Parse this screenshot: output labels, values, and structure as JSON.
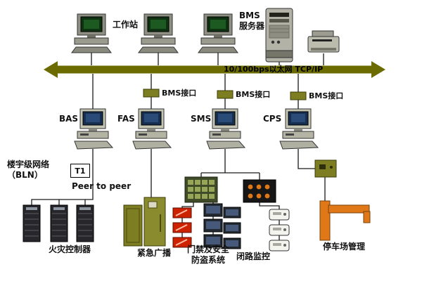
{
  "colors": {
    "backbone_olive": "#6b6b00",
    "cabinet_olive": "#7d7d21",
    "cabinet_olive_light": "#8a8a2e",
    "device_red": "#cc2200",
    "barrier_orange": "#e07818"
  },
  "top_row": {
    "workstation_label": "工作站",
    "server_label_line1": "BMS",
    "server_label_line2": "服务器"
  },
  "backbone": {
    "label": "10/100bps以太网  TCP/IP"
  },
  "interfaces": {
    "fas": "BMS接口",
    "sms": "BMS接口",
    "cps": "BMS接口"
  },
  "systems": {
    "bas": "BAS",
    "fas": "FAS",
    "sms": "SMS",
    "cps": "CPS"
  },
  "bln": {
    "line1": "楼宇级网络",
    "line2": "（BLN）",
    "t1": "T1",
    "peer": "Peer to peer"
  },
  "subsystems": {
    "fire_controller": "火灾控制器",
    "emergency_broadcast": "紧急广播",
    "access_line1": "门禁及安全",
    "access_line2": "防盗系统",
    "cctv": "闭路监控",
    "parking": "停车场管理"
  }
}
